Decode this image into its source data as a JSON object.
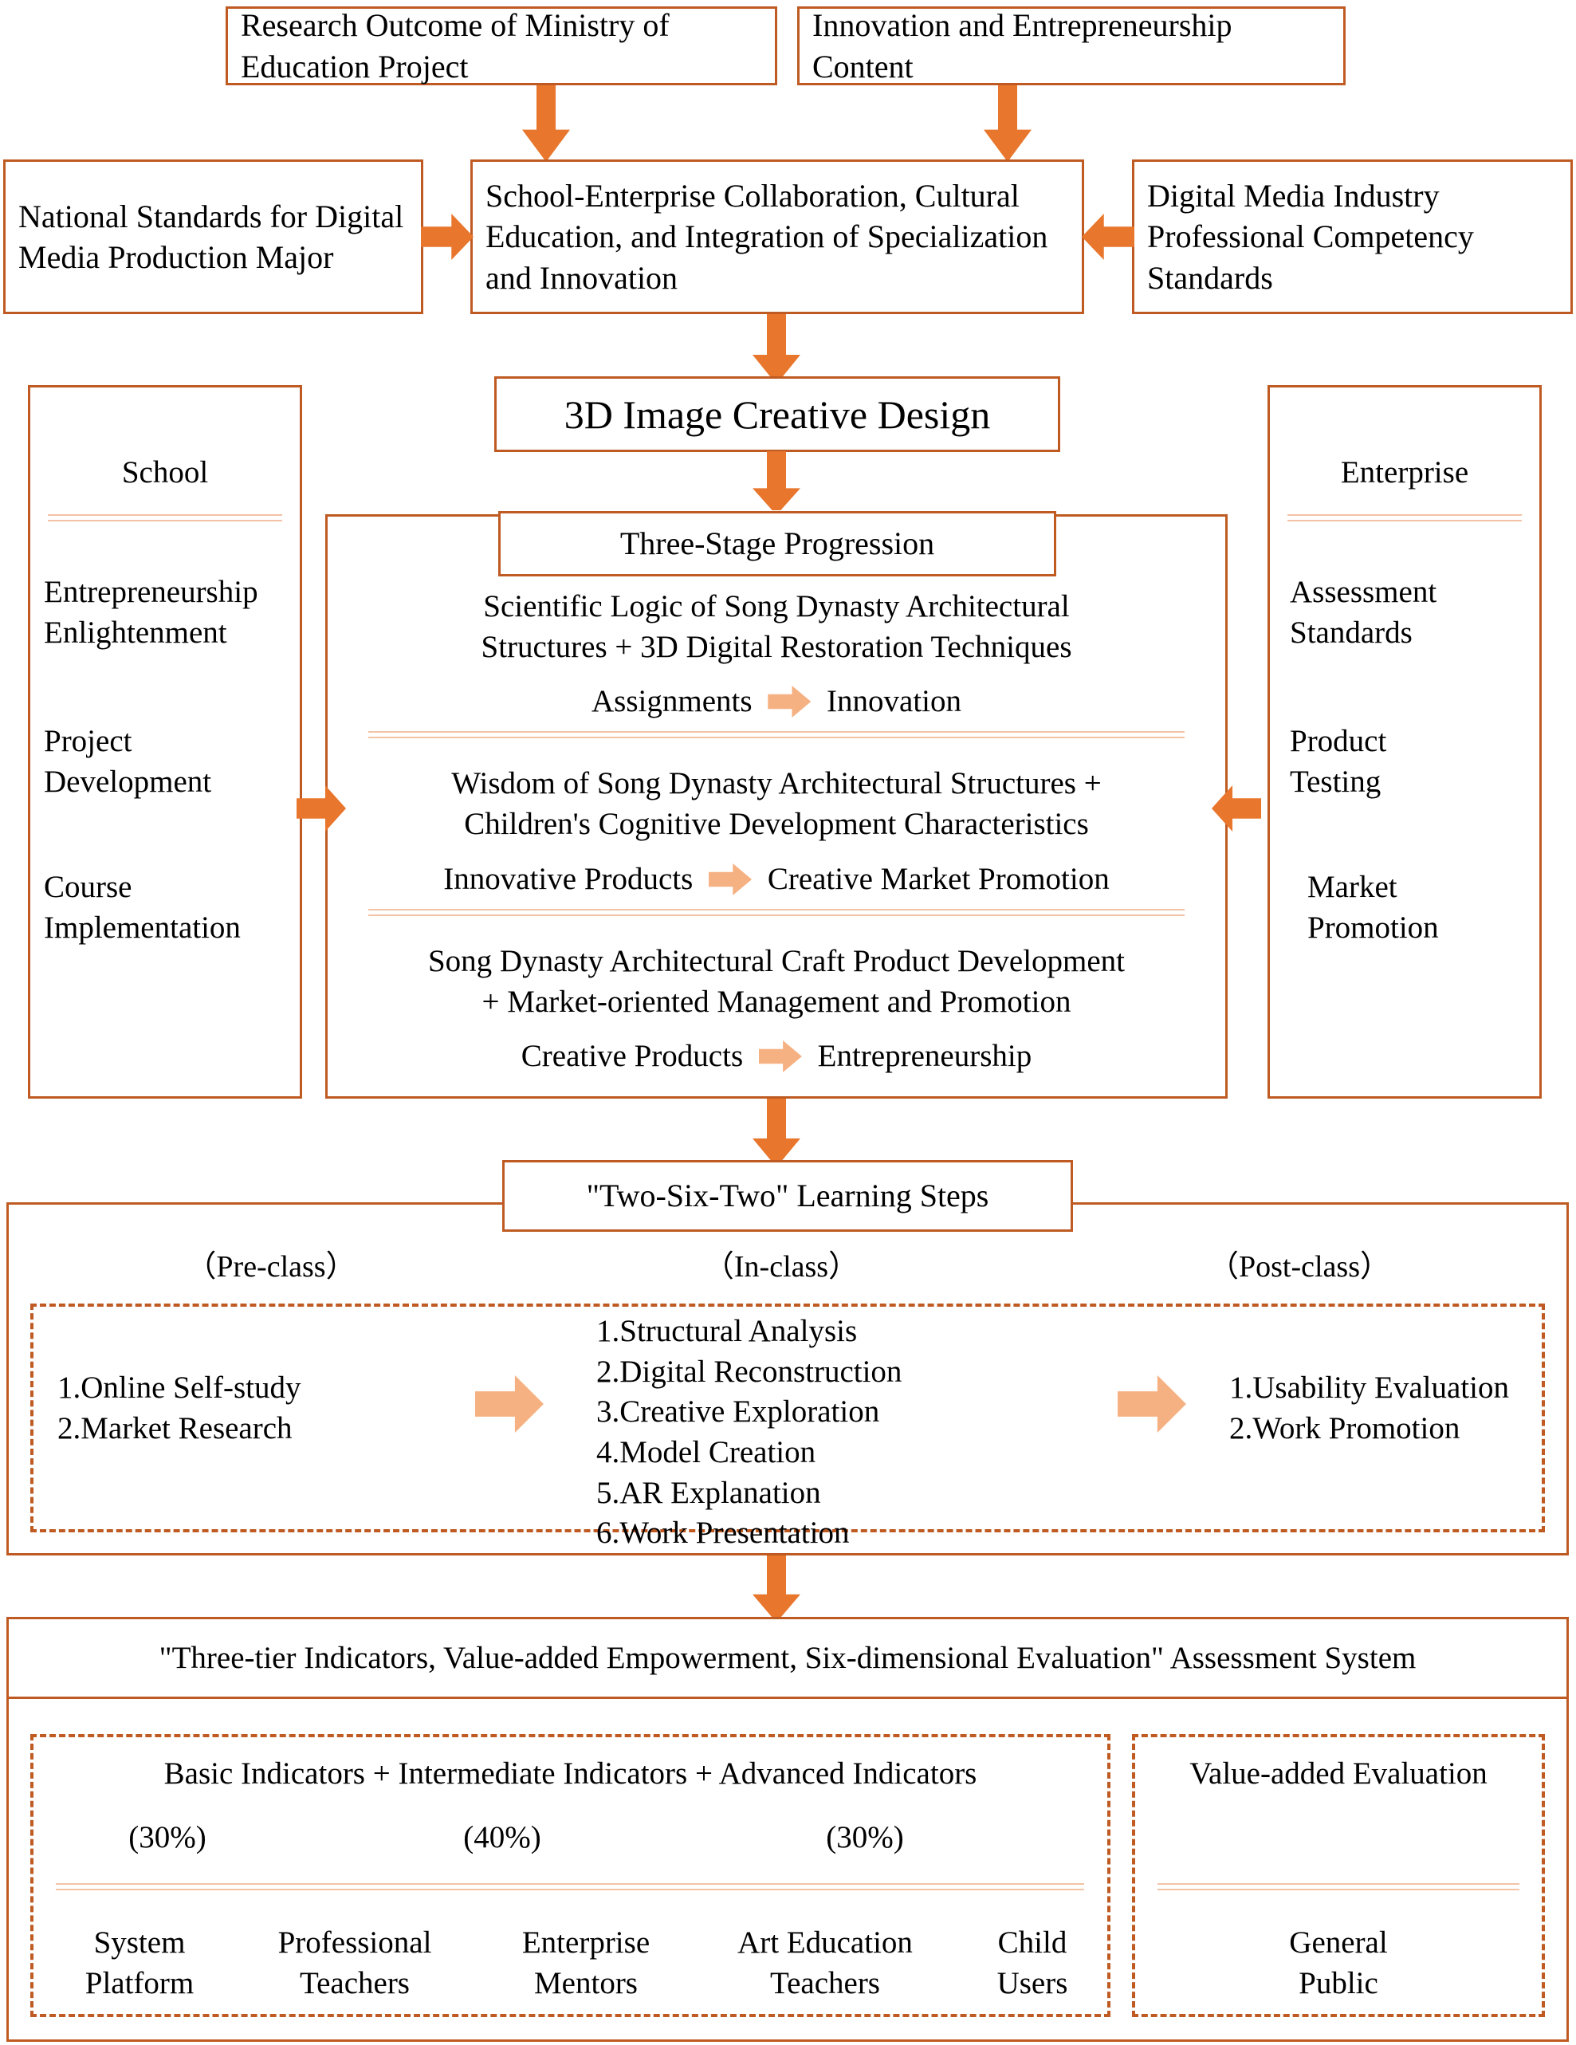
{
  "colors": {
    "border": "#BF5B22",
    "arrow": "#E8762C",
    "arrow_pale": "#F6B183",
    "separator": "#F2C3A5",
    "background": "#FFFFFF",
    "text": "#000000"
  },
  "top_inputs": {
    "research_outcome": "Research Outcome of Ministry of\nEducation Project",
    "innovation_content": "Innovation and Entrepreneurship\nContent",
    "national_standards": "National Standards for\nDigital Media Production\nMajor",
    "industry_standards": "Digital Media Industry\nProfessional Competency\nStandards",
    "core_integration": "School-Enterprise Collaboration,\nCultural Education, and Integration of\nSpecialization and Innovation"
  },
  "course_title": "3D Image Creative Design",
  "progression": {
    "header": "Three-Stage Progression",
    "stages": [
      {
        "content": "Scientific Logic of Song Dynasty Architectural\nStructures + 3D Digital Restoration Techniques",
        "flow_from": "Assignments",
        "flow_to": "Innovation"
      },
      {
        "content": "Wisdom of Song Dynasty Architectural Structures +\nChildren's Cognitive Development Characteristics",
        "flow_from": "Innovative Products",
        "flow_to": "Creative Market Promotion"
      },
      {
        "content": "Song Dynasty Architectural Craft Product Development\n+ Market-oriented Management and Promotion",
        "flow_from": "Creative Products",
        "flow_to": "Entrepreneurship"
      }
    ]
  },
  "school_panel": {
    "title": "School",
    "items": [
      "Entrepreneurship\nEnlightenment",
      "Project\nDevelopment",
      "Course\nImplementation"
    ]
  },
  "enterprise_panel": {
    "title": "Enterprise",
    "items": [
      "Assessment\nStandards",
      "Product\nTesting",
      "Market\nPromotion"
    ]
  },
  "learning_steps": {
    "header": "\"Two-Six-Two\" Learning Steps",
    "phases": [
      {
        "label": "（Pre-class）",
        "items": "1.Online Self-study\n2.Market Research"
      },
      {
        "label": "（In-class）",
        "items": "1.Structural Analysis\n2.Digital Reconstruction\n3.Creative Exploration\n4.Model Creation\n5.AR Explanation\n6.Work Presentation"
      },
      {
        "label": "（Post-class）",
        "items": "1.Usability Evaluation\n2.Work Promotion"
      }
    ]
  },
  "assessment": {
    "title": "\"Three-tier Indicators, Value-added Empowerment, Six-dimensional Evaluation\" Assessment System",
    "indicators_formula": "Basic Indicators  + Intermediate Indicators  + Advanced Indicators",
    "weights": [
      "(30%)",
      "(40%)",
      "(30%)"
    ],
    "evaluators": [
      "System\nPlatform",
      "Professional\nTeachers",
      "Enterprise\nMentors",
      "Art Education\nTeachers",
      "Child\nUsers"
    ],
    "value_added": {
      "title": "Value-added Evaluation",
      "evaluator": "General\nPublic"
    }
  }
}
